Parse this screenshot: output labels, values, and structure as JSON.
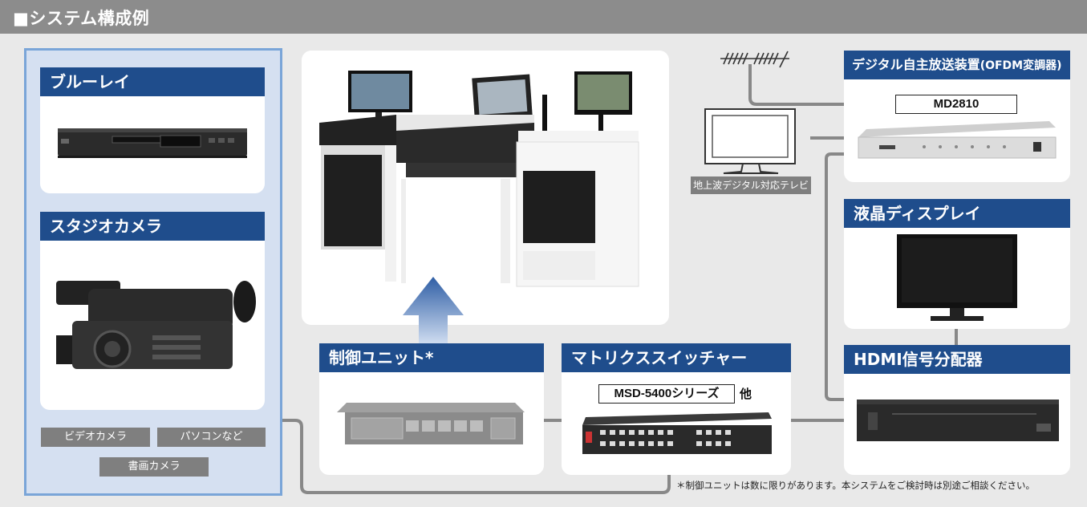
{
  "header": {
    "title": "■システム構成例"
  },
  "left_panel": {
    "bluray": {
      "title": "ブルーレイ"
    },
    "studio_camera": {
      "title": "スタジオカメラ"
    },
    "tags": [
      "ビデオカメラ",
      "パソコンなど",
      "書画カメラ"
    ]
  },
  "control_unit": {
    "title": "制御ユニット*"
  },
  "matrix_switcher": {
    "title": "マトリクススイッチャー",
    "model": "MSD-5400シリーズ",
    "suffix": "他"
  },
  "digital_broadcast": {
    "title": "デジタル自主放送装置",
    "title_suffix": "(OFDM変調器)",
    "model": "MD2810"
  },
  "tv": {
    "label": "地上波デジタル対応テレビ"
  },
  "lcd_display": {
    "title": "液晶ディスプレイ"
  },
  "hdmi_distributor": {
    "title": "HDMI信号分配器"
  },
  "footnote": "＊制御ユニットは数に限りがあります。本システムをご検討時は別途ご相談ください。",
  "colors": {
    "header_bg": "#8c8c8c",
    "card_header": "#1f4d8c",
    "left_panel_bg": "#d5e0f1",
    "left_panel_border": "#7aa5d8",
    "wire": "#888888"
  }
}
